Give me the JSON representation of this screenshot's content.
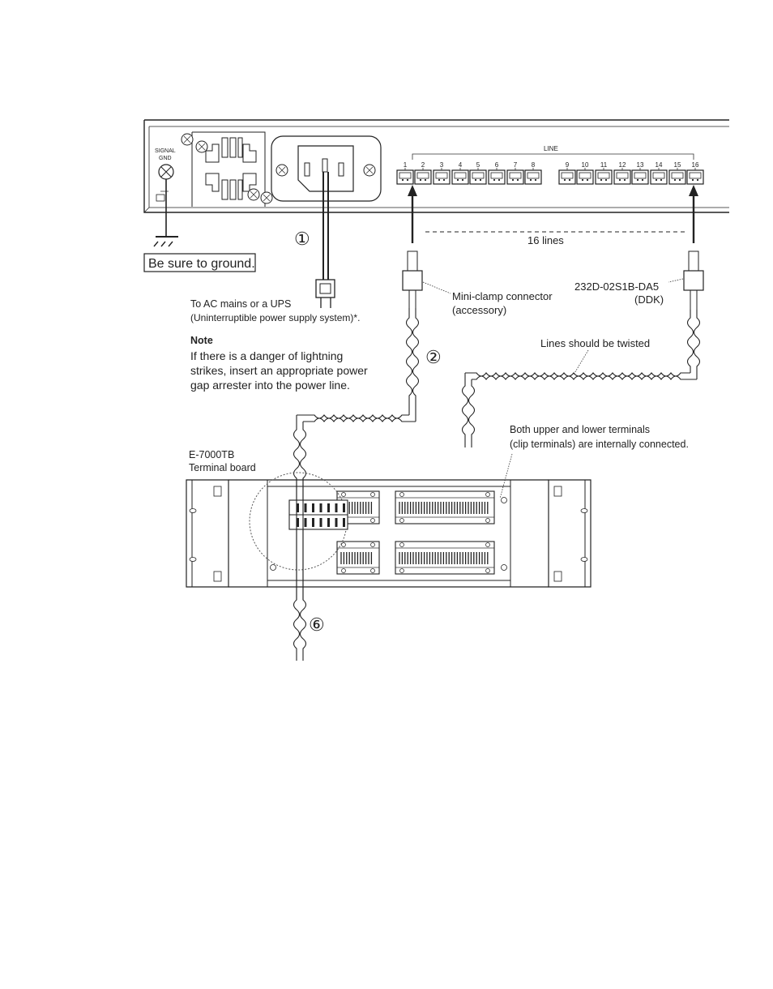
{
  "colors": {
    "ink": "#222222",
    "paper": "#ffffff",
    "panel": "#f2f2f2"
  },
  "panel": {
    "signal_gnd_line1": "SIGNAL",
    "signal_gnd_line2": "GND",
    "line_label": "LINE",
    "terminal_numbers": [
      "1",
      "2",
      "3",
      "4",
      "5",
      "6",
      "7",
      "8",
      "9",
      "10",
      "11",
      "12",
      "13",
      "14",
      "15",
      "16"
    ]
  },
  "labels": {
    "ground_note": "Be sure to ground.",
    "marker_1": "①",
    "marker_2": "②",
    "marker_6": "⑥",
    "lines_count": "16 lines",
    "ac_mains_line1": "To AC mains or a UPS",
    "ac_mains_line2": "(Uninterruptible power supply system)*.",
    "mini_clamp_line1": "Mini-clamp connector",
    "mini_clamp_line2": "(accessory)",
    "part_number_line1": "232D-02S1B-DA5",
    "part_number_line2": "(DDK)",
    "twisted_note": "Lines should be twisted",
    "note_title": "Note",
    "note_line1": "If  there  is  a  danger  of  lightning",
    "note_line2": "strikes,  insert  an  appropriate  power",
    "note_line3": "gap arrester into the power line.",
    "terminals_line1": "Both upper and lower terminals",
    "terminals_line2": "(clip terminals) are internally connected.",
    "board_model": "E-7000TB",
    "board_name": "Terminal board"
  }
}
